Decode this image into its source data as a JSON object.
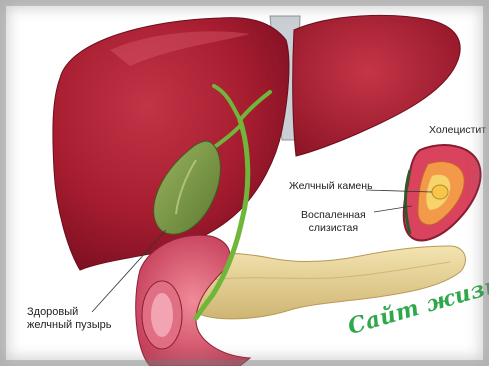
{
  "labels": {
    "healthy_gallbladder_line1": "Здоровый",
    "healthy_gallbladder_line2": "желчный пузырь",
    "gallstone": "Желчный камень",
    "inflamed_mucosa_line1": "Воспаленная",
    "inflamed_mucosa_line2": "слизистая",
    "cholecystitis": "Холецистит"
  },
  "watermark": "Сайт жизни",
  "colors": {
    "liver": "#a71d30",
    "gallbladder": "#7a9a4a",
    "bile_duct": "#6fb63a",
    "pancreas": "#e9d79c",
    "duodenum": "#d9536c",
    "watermark": "#2fa84a"
  }
}
